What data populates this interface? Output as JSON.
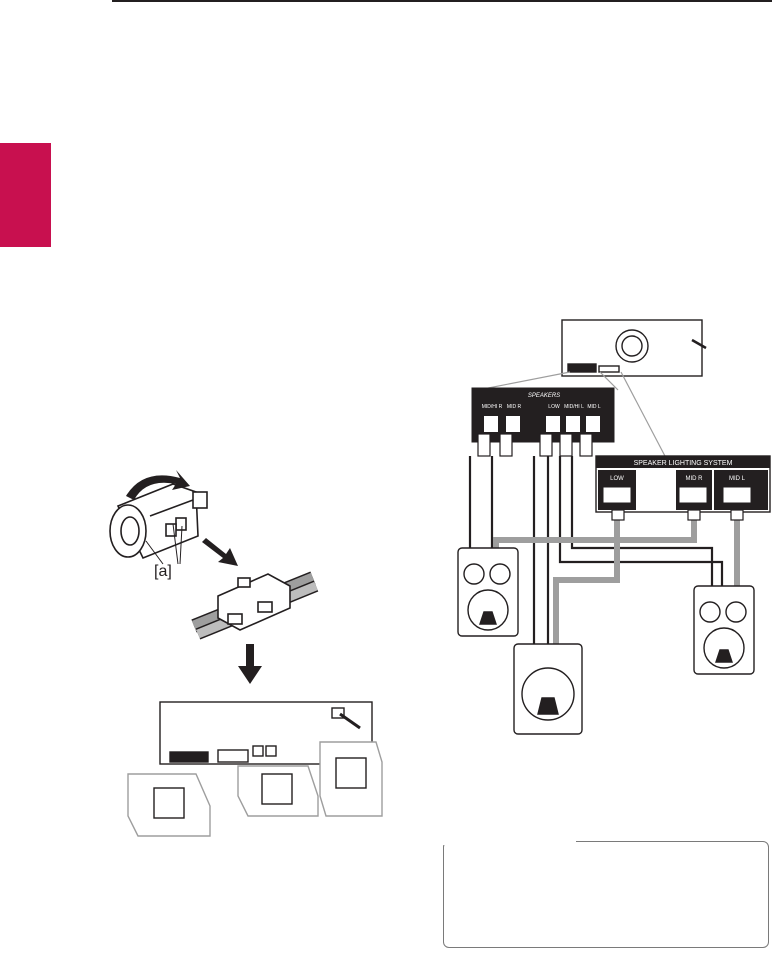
{
  "colors": {
    "accent": "#c8104f",
    "ink": "#231f20",
    "gray_cable": "#bdbdbd"
  },
  "ferrite_figure": {
    "callout_label": "[a]"
  },
  "speaker_figure": {
    "speakers_panel_title": "SPEAKERS",
    "speakers_jacks": [
      "MID/HI R",
      "MID R",
      "LOW",
      "MID/HI L",
      "MID L"
    ],
    "lighting_panel_title": "SPEAKER LIGHTING SYSTEM",
    "lighting_jacks": [
      "LOW",
      "MID R",
      "MID L"
    ]
  },
  "note_box": {
    "text": ""
  }
}
